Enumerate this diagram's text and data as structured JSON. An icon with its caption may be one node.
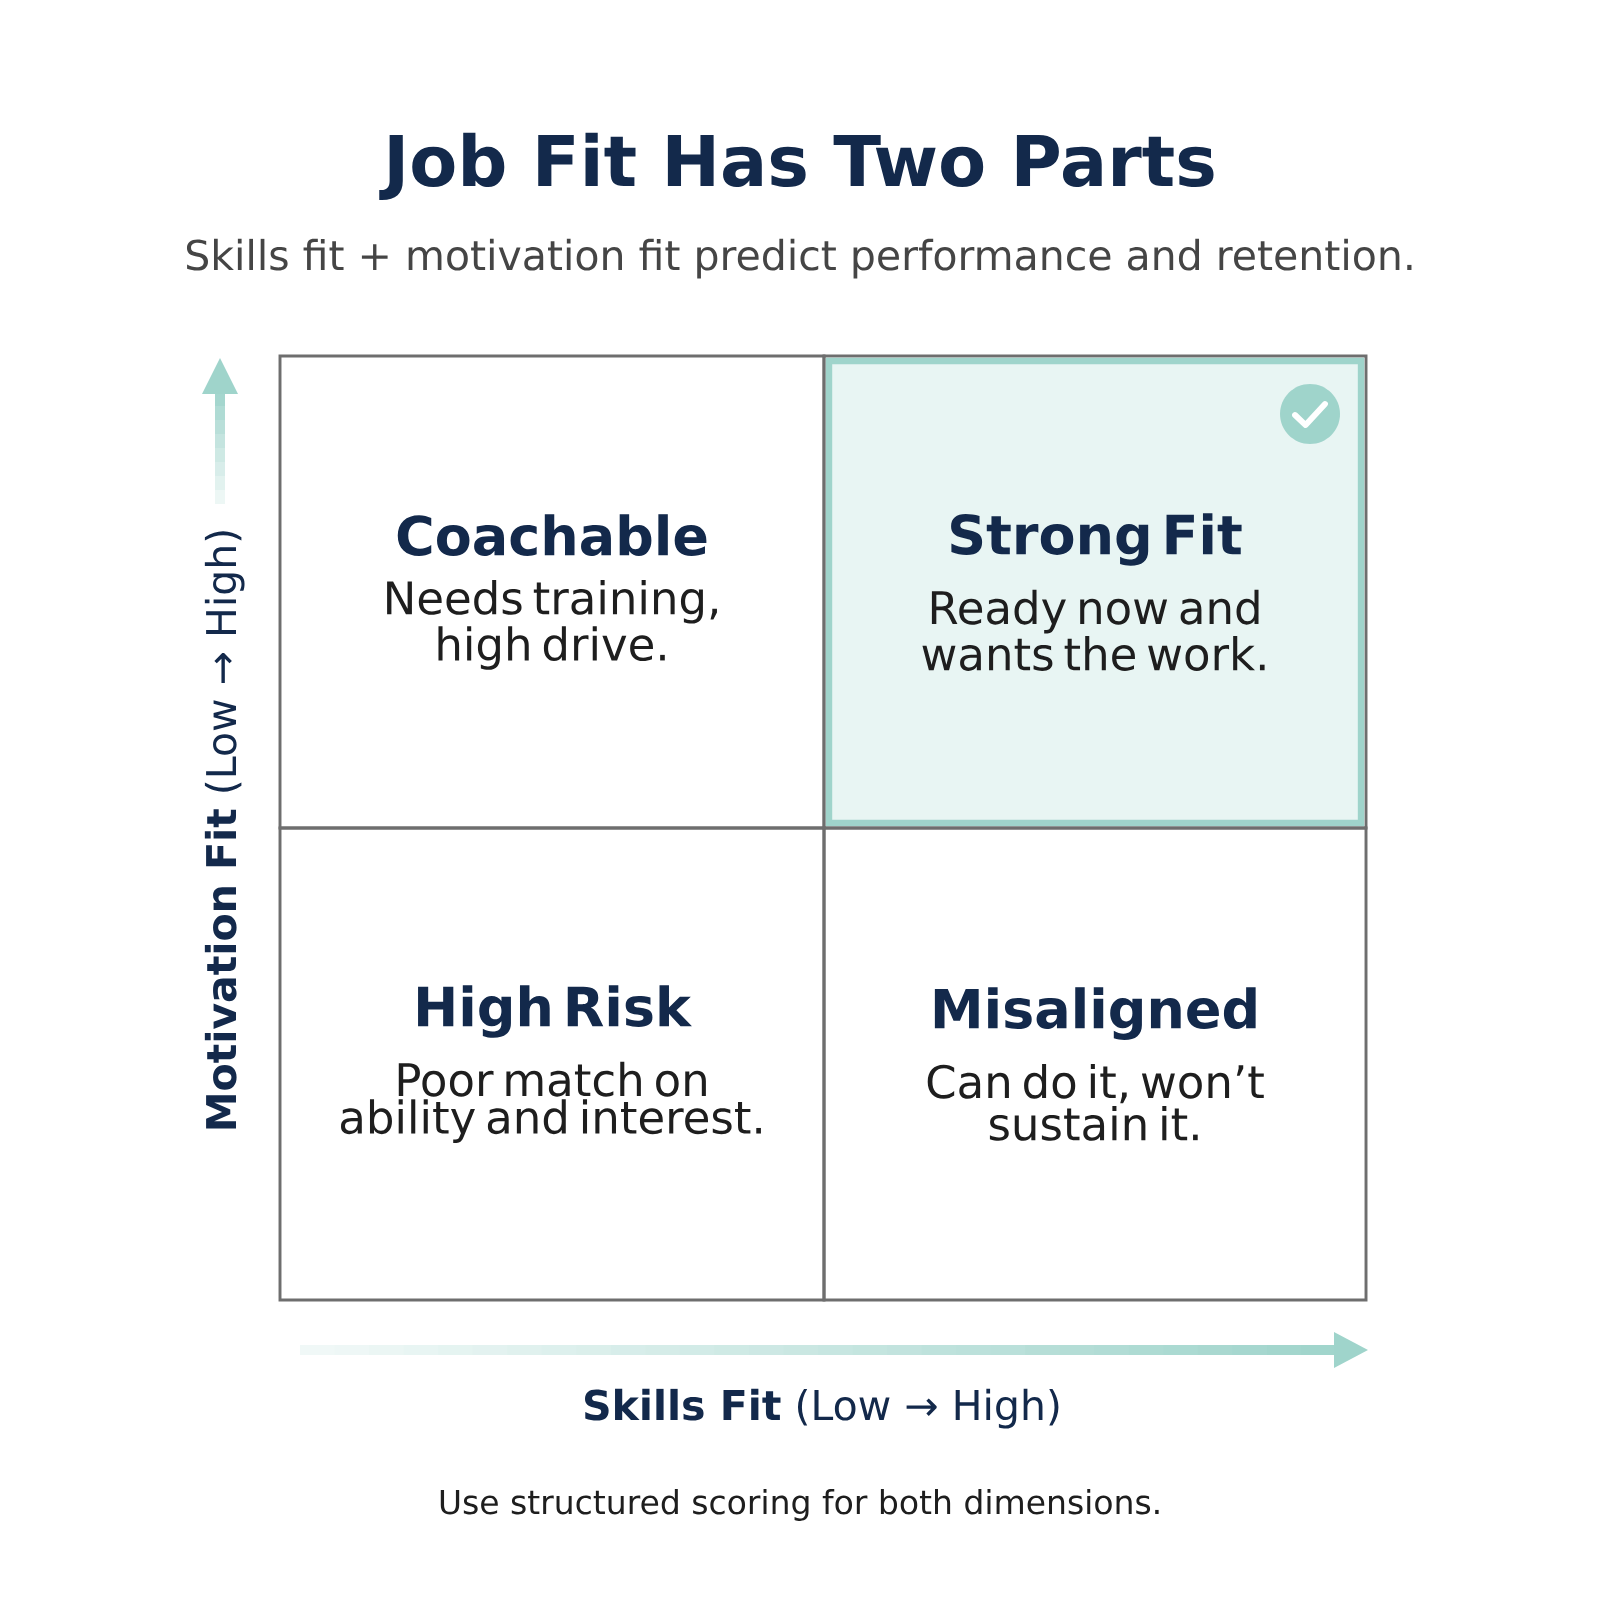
{
  "diagram": {
    "title": "Job Fit Has Two Parts",
    "caption": "Use structured scoring for both dimensions.",
    "nodes": [
      {
        "text": [
          "Coachable",
          "Needs training, high drive."
        ]
      },
      {
        "text": [
          "Strong Fit",
          "Ready now and wants the work."
        ]
      },
      {
        "text": [
          "High Risk",
          "Poor match on ability and interest."
        ]
      },
      {
        "text": [
          "Misaligned",
          "Can do it, won’t sustain it."
        ]
      }
    ],
    "labels": [
      "Skills fit + motivation fit predict performance and retention.",
      "**Motivation Fit** (Low → High)",
      "**Skills Fit** (Low → High)"
    ]
  }
}
